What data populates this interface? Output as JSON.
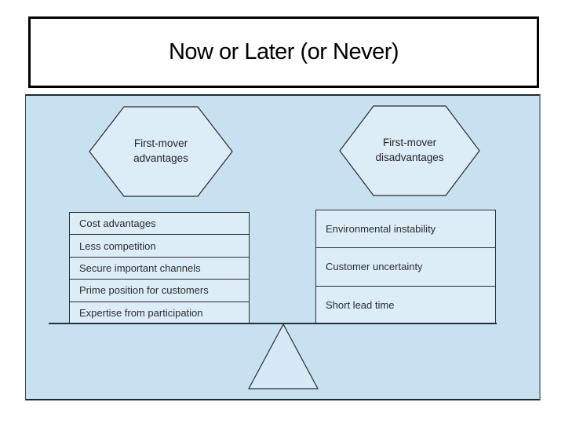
{
  "title": {
    "text": "Now or Later (or Never)"
  },
  "diagram": {
    "advantages_hexagon_label": "First-mover advantages",
    "disadvantages_hexagon_label": "First-mover disadvantages",
    "advantages": [
      "Cost advantages",
      "Less competition",
      "Secure important channels",
      "Prime position for customers",
      "Expertise from participation"
    ],
    "disadvantages": [
      "Environmental instability",
      "Customer uncertainty",
      "Short lead time"
    ]
  },
  "colors": {
    "panel_background": "#c8e1f1",
    "shape_fill": "#dcedf8",
    "shape_border": "#2b2b2b",
    "title_border": "#000000",
    "beam": "#22303a",
    "text": "#2d2d2d"
  }
}
